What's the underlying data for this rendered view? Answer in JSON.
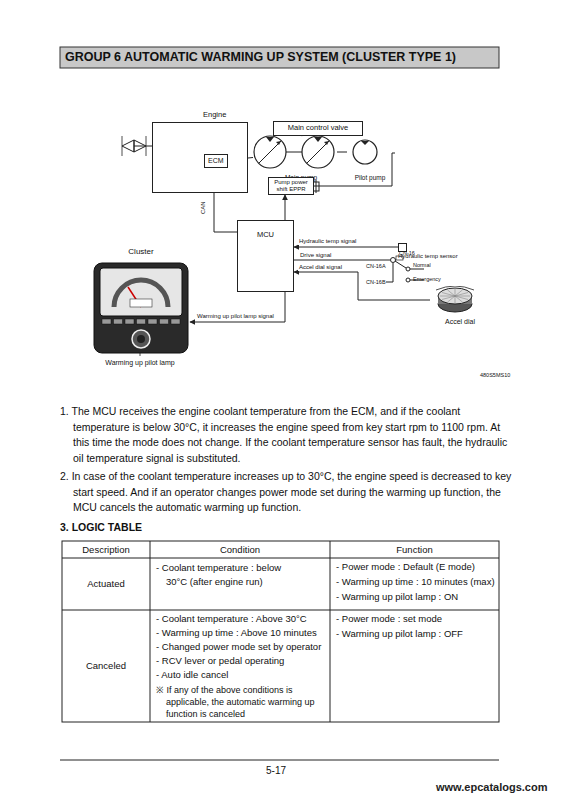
{
  "diagram": {
    "title": "GROUP 6 AUTOMATIC WARMING UP SYSTEM (CLUSTER TYPE 1)",
    "nodes": [
      {
        "text": [
          "Main control valve"
        ]
      },
      {
        "text": [
          "Engine"
        ]
      },
      {
        "text": [
          "ECM"
        ],
        "in": 1
      },
      {
        "text": [
          "Main pump"
        ]
      },
      {
        "text": [
          "Pilot pump"
        ]
      },
      {
        "text": [
          "Pump power shift EPPR"
        ]
      },
      {
        "text": [
          "MCU"
        ]
      },
      {
        "text": [
          "Cluster"
        ]
      },
      {
        "text": [
          "Hydraulic temp sensor"
        ]
      },
      {
        "text": [
          "Accel dial"
        ]
      }
    ],
    "edges": [
      {
        "from": 3,
        "to": 0,
        "arrow": "none"
      },
      {
        "from": 1,
        "to": 3,
        "arrow": "none"
      },
      {
        "from": 2,
        "to": 6,
        "label": "CAN",
        "arrow": "none"
      },
      {
        "from": 6,
        "to": 5,
        "arrow": "to"
      },
      {
        "from": 4,
        "to": 5,
        "arrow": "none"
      },
      {
        "from": 8,
        "to": 6,
        "label": "Hydraulic temp signal",
        "arrow": "to"
      },
      {
        "from": 9,
        "to": 6,
        "label": "Accel dial signal",
        "arrow": "to"
      },
      {
        "from": 6,
        "to": 7,
        "label": "Warming up pilot lamp signal",
        "arrow": "to"
      }
    ],
    "labels": [
      "Drive signal",
      "CN-16A",
      "CN-16",
      "Normal",
      "CN-16B",
      "Emergency",
      "Warming up pilot lamp",
      "480S5MS10",
      "1. The MCU receives the engine coolant temperature from the ECM, and if the coolant temperature is below 30°C, it increases the engine speed from key start rpm to 1100 rpm.  At this time the mode does not change. If the coolant temperature sensor has fault, the hydraulic oil temperature signal is substituted.",
      "2. In case of the coolant temperature increases up to 30°C, the engine speed is decreased to key start speed.  And if an operator changes power mode set during the warming up function, the MCU cancels the automatic warming up function.",
      "3. LOGIC TABLE",
      "Description",
      "Condition",
      "Function",
      "Actuated",
      "- Coolant temperature : below 30°C (after engine run)",
      "- Power mode : Default (E mode)",
      "- Warming up time : 10 minutes (max)",
      "- Warming up pilot lamp : ON",
      "Canceled",
      "- Coolant temperature : Above 30°C",
      "- Warming up time : Above 10 minutes",
      "- Changed power mode set by operator",
      "- RCV lever or pedal operating",
      "- Auto idle cancel",
      "※ If any of the above conditions is applicable, the automatic warming up function is canceled",
      "- Power mode : set mode",
      "- Warming up pilot lamp : OFF",
      "5-17",
      "www.epcatalogs.com"
    ]
  }
}
